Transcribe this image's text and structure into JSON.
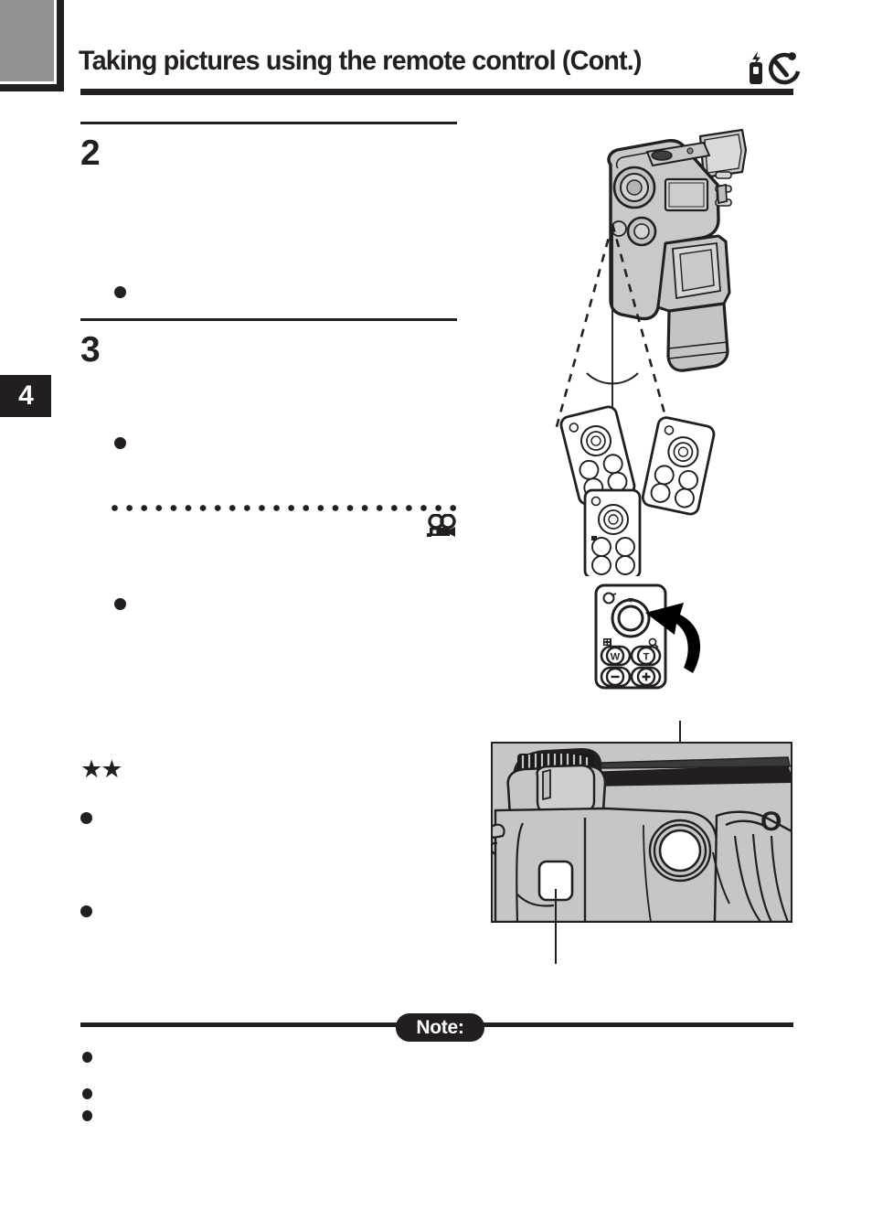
{
  "page": {
    "chapter_tab": "4",
    "title": "Taking pictures using the remote control (Cont.)",
    "title_icons": [
      "remote-control-icon",
      "self-timer-icon"
    ]
  },
  "steps": [
    {
      "number": "2",
      "bullets": 1
    },
    {
      "number": "3",
      "bullets": 2
    }
  ],
  "separators": {
    "dotted_line_icon": "movie-camera-icon"
  },
  "markers": {
    "stars": "★★"
  },
  "note": {
    "label": "Note:",
    "bullets": 3
  },
  "figures": [
    {
      "name": "remote-reception-range-diagram",
      "elements": [
        "camera-top-view",
        "ir-reception-angle-arc",
        "center-axis-line",
        "remote-control-left",
        "remote-control-right",
        "remote-control-center"
      ]
    },
    {
      "name": "remote-control-shutter-detail",
      "elements": [
        "shutter-button",
        "wide-button-W",
        "tele-button-T",
        "minus-button",
        "plus-button",
        "press-arrow"
      ],
      "button_labels": {
        "wide": "W",
        "tele": "T",
        "minus": "−",
        "plus": "+"
      }
    },
    {
      "name": "camera-front-remote-sensor-photo",
      "elements": [
        "self-timer-lamp-callout",
        "remote-control-sensor-callout",
        "brand-mark"
      ],
      "brand_text": "O"
    }
  ]
}
